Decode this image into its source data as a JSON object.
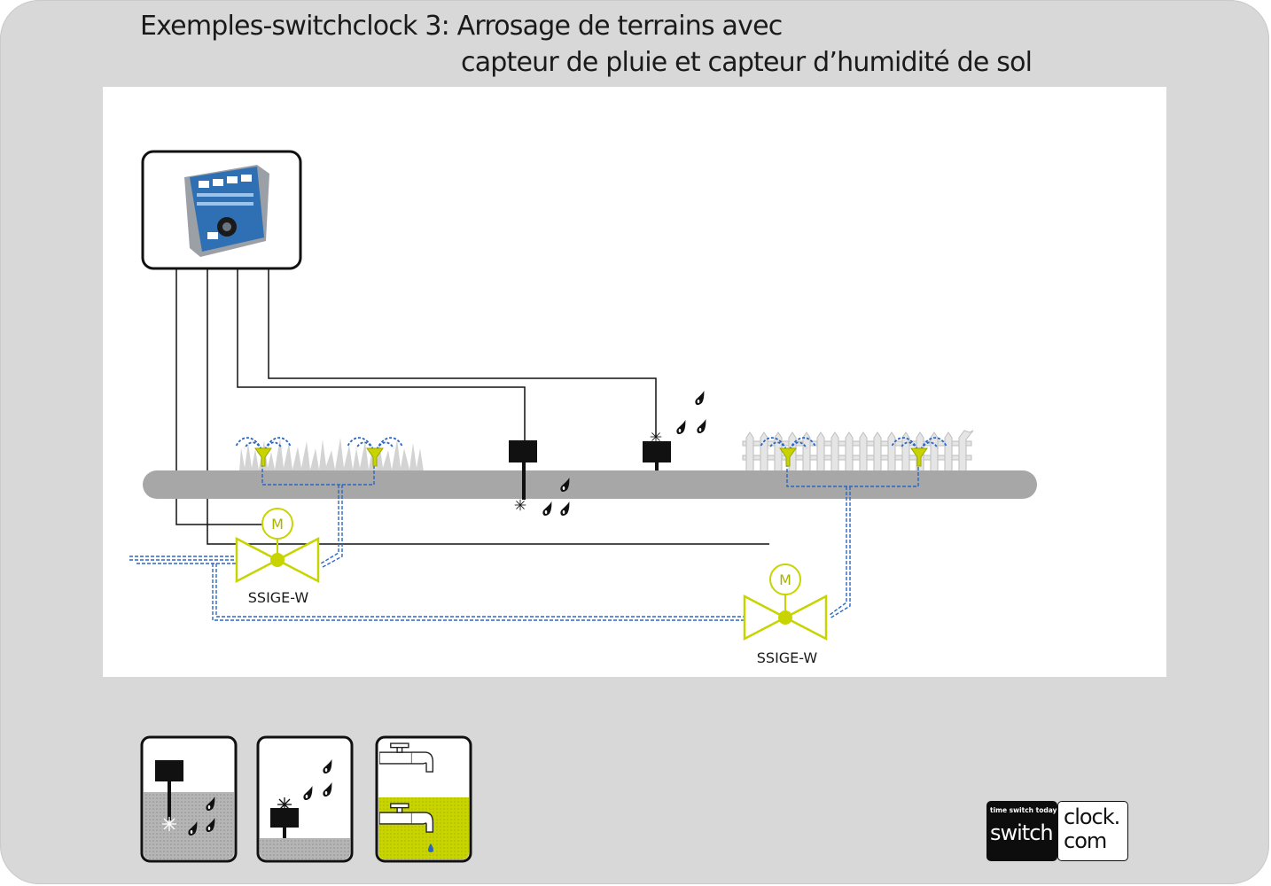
{
  "header": {
    "title_line1": "Exemples-switchclock 3: Arrosage de terrains avec",
    "title_line2": "capteur de pluie et capteur d’humidité de sol"
  },
  "diagram": {
    "valve_left_label": "SSIGE-W",
    "valve_right_label": "SSIGE-W",
    "motor_left_letter": "M",
    "motor_right_letter": "M"
  },
  "legend": {
    "items": [
      {
        "name": "soil-moisture-sensor",
        "icon": "soil-moisture-icon"
      },
      {
        "name": "rain-sensor",
        "icon": "rain-sensor-icon"
      },
      {
        "name": "water-valve",
        "icon": "faucet-icon"
      }
    ]
  },
  "logo": {
    "tagline": "time switch today",
    "word1": "switch",
    "word2": "clock.",
    "word3": "com"
  },
  "colors": {
    "frame": "#d7d8d7",
    "ground": "#a6a7a6",
    "valve": "#c8d400",
    "water_pipe": "#2a66c4",
    "wire": "#111111"
  }
}
